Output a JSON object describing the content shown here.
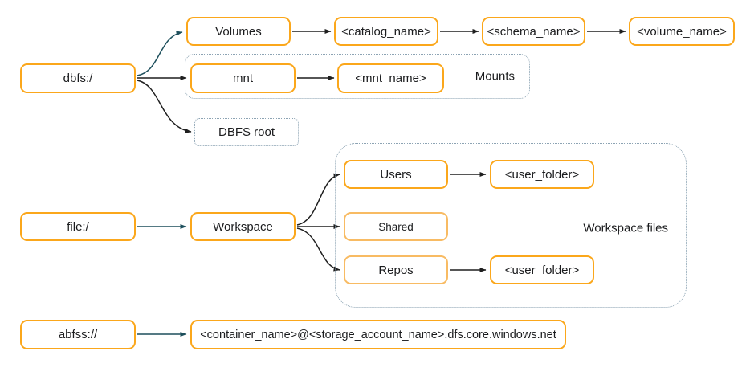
{
  "colors": {
    "box_border": "#FBA71B",
    "box_border_light": "#F8BB63",
    "dotted_border": "#8CA3B3",
    "arrow_dark": "#1F1F1F",
    "arrow_teal": "#1D4F5C",
    "text": "#1B1C1E"
  },
  "nodes": {
    "dbfs": "dbfs:/",
    "volumes": "Volumes",
    "catalog_name": "<catalog_name>",
    "schema_name": "<schema_name>",
    "volume_name": "<volume_name>",
    "mnt": "mnt",
    "mnt_name": "<mnt_name>",
    "dbfs_root": "DBFS root",
    "file": "file:/",
    "workspace": "Workspace",
    "users": "Users",
    "user_folder_top": "<user_folder>",
    "shared": "Shared",
    "repos": "Repos",
    "user_folder_bottom": "<user_folder>",
    "abfss": "abfss://",
    "abfss_target": "<container_name>@<storage_account_name>.dfs.core.windows.net"
  },
  "zones": {
    "mounts_label": "Mounts",
    "workspace_files_label": "Workspace files"
  }
}
